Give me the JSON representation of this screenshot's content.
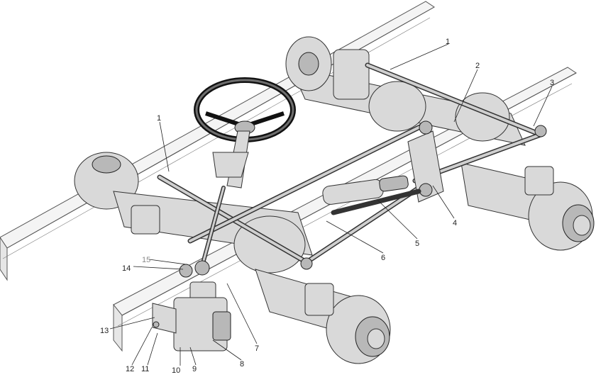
{
  "callouts": [
    {
      "id": "c1a",
      "label": "1",
      "color": "#222222"
    },
    {
      "id": "c1b",
      "label": "1",
      "color": "#222222"
    },
    {
      "id": "c2",
      "label": "2",
      "color": "#222222"
    },
    {
      "id": "c3",
      "label": "3",
      "color": "#222222"
    },
    {
      "id": "c4",
      "label": "4",
      "color": "#222222"
    },
    {
      "id": "c5",
      "label": "5",
      "color": "#222222"
    },
    {
      "id": "c6",
      "label": "6",
      "color": "#222222"
    },
    {
      "id": "c7",
      "label": "7",
      "color": "#222222"
    },
    {
      "id": "c8",
      "label": "8",
      "color": "#222222"
    },
    {
      "id": "c9",
      "label": "9",
      "color": "#222222"
    },
    {
      "id": "c10",
      "label": "10",
      "color": "#222222"
    },
    {
      "id": "c11",
      "label": "11",
      "color": "#222222"
    },
    {
      "id": "c12",
      "label": "12",
      "color": "#222222"
    },
    {
      "id": "c13",
      "label": "13",
      "color": "#222222"
    },
    {
      "id": "c14",
      "label": "14",
      "color": "#222222"
    },
    {
      "id": "c15",
      "label": "15",
      "color": "#8a8a8a"
    }
  ]
}
